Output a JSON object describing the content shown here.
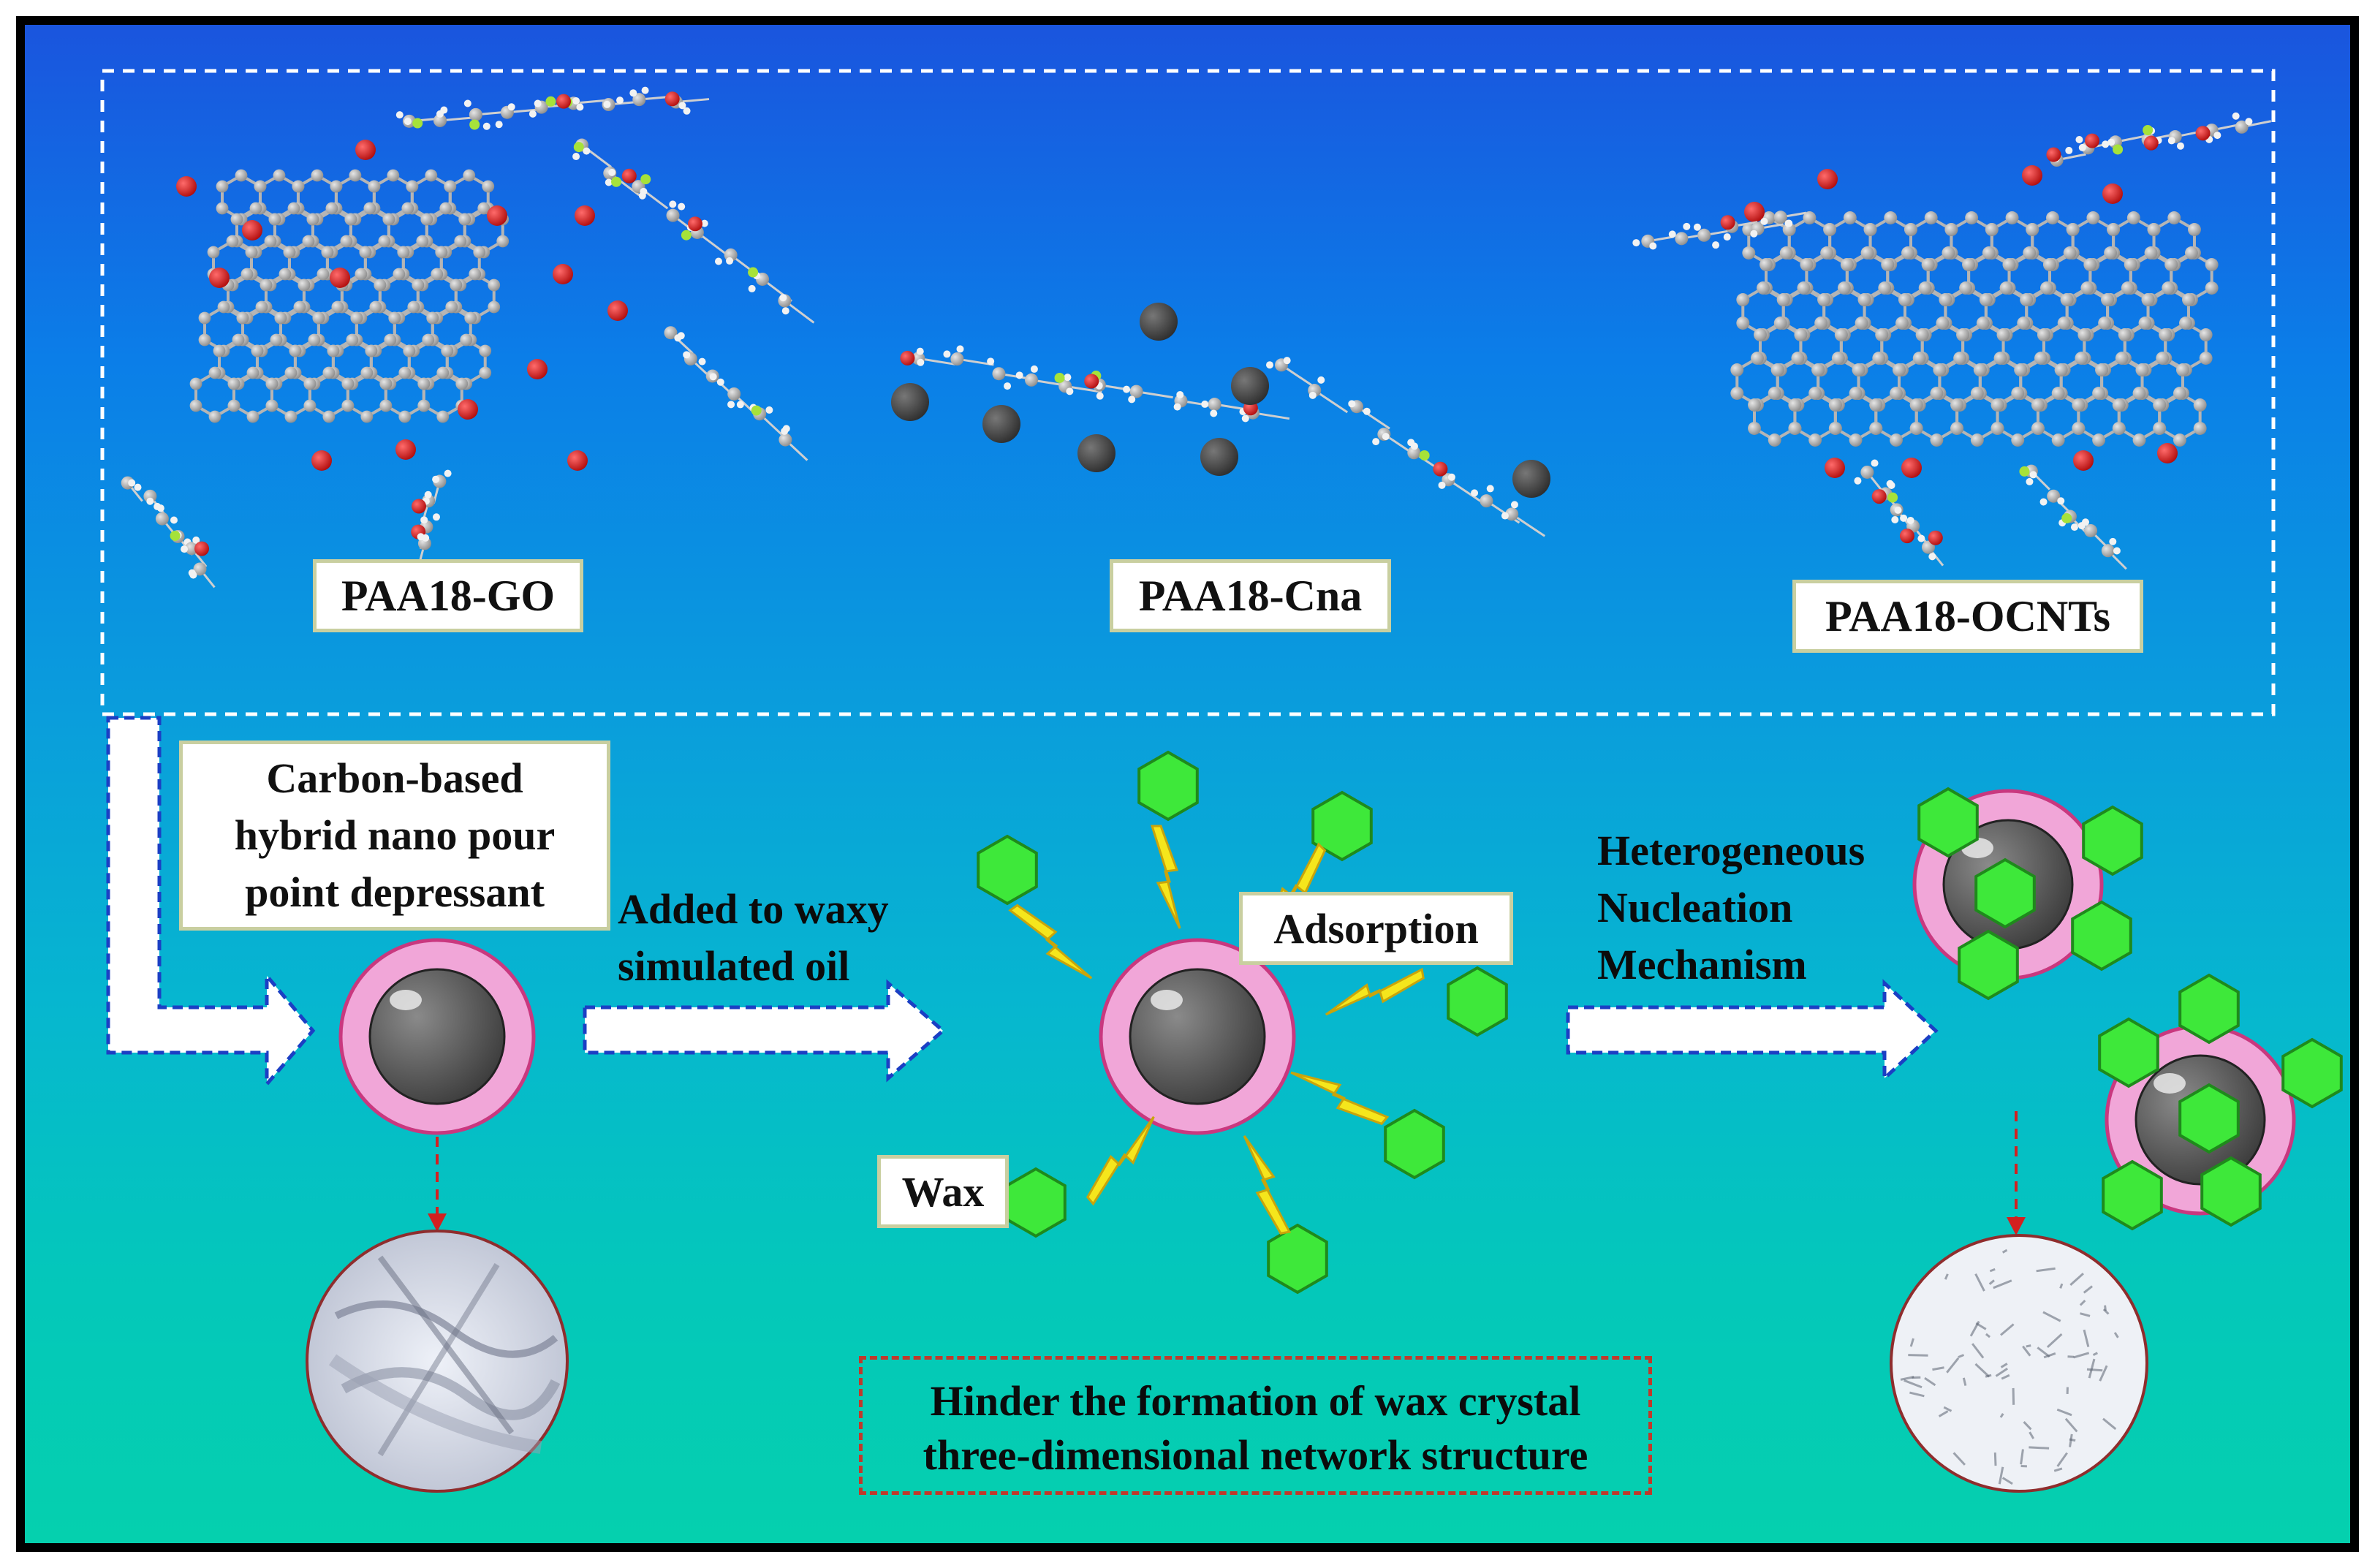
{
  "molecule_labels": {
    "go": "PAA18-GO",
    "cna": "PAA18-Cna",
    "ocnts": "PAA18-OCNTs"
  },
  "depressant_label": {
    "line1": "Carbon-based",
    "line2": "hybrid nano pour",
    "line3": "point depressant"
  },
  "step_added": {
    "line1": "Added to waxy",
    "line2": "simulated oil"
  },
  "adsorption_label": "Adsorption",
  "wax_label": "Wax",
  "mechanism": {
    "line1": "Heterogeneous",
    "line2": "Nucleation",
    "line3": "Mechanism"
  },
  "conclusion": {
    "line1": "Hinder the formation of wax crystal",
    "line2": "three-dimensional network structure"
  },
  "colors": {
    "wax_hexagon": "#3ee83a",
    "particle_ring": "#f1a6d8",
    "particle_core": "#5d5d5d",
    "arrow_fill": "#ffffff",
    "arrow_border": "#1b3fc4",
    "bolt": "#f5e61c"
  }
}
